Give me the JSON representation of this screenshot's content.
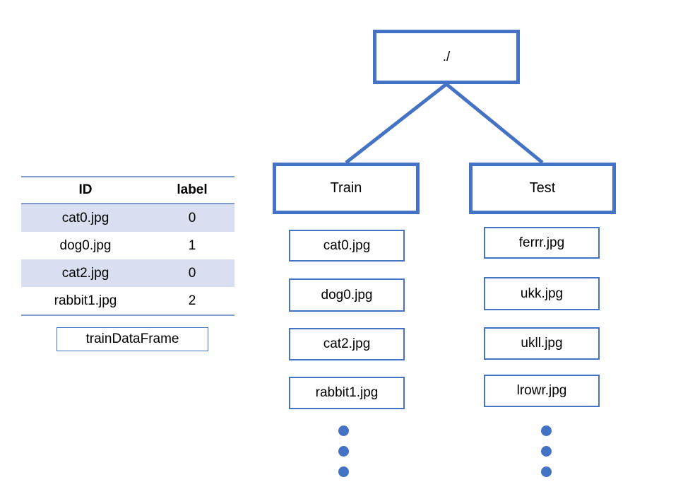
{
  "colors": {
    "accent_blue": "#4472C4",
    "table_rule": "#7E9BCB",
    "row_shade": "#D9DFF0",
    "background": "#FFFFFF",
    "text": "#000000"
  },
  "dataframe": {
    "caption": "trainDataFrame",
    "columns": [
      "ID",
      "label"
    ],
    "rows": [
      {
        "id": "cat0.jpg",
        "label": "0",
        "shaded": true
      },
      {
        "id": "dog0.jpg",
        "label": "1",
        "shaded": false
      },
      {
        "id": "cat2.jpg",
        "label": "0",
        "shaded": true
      },
      {
        "id": "rabbit1.jpg",
        "label": "2",
        "shaded": false
      }
    ]
  },
  "tree": {
    "root": {
      "label": "./"
    },
    "branches": [
      {
        "label": "Train",
        "files": [
          "cat0.jpg",
          "dog0.jpg",
          "cat2.jpg",
          "rabbit1.jpg"
        ],
        "ellipsis_dots": 3
      },
      {
        "label": "Test",
        "files": [
          "ferrr.jpg",
          "ukk.jpg",
          "ukll.jpg",
          "lrowr.jpg"
        ],
        "ellipsis_dots": 3
      }
    ]
  }
}
